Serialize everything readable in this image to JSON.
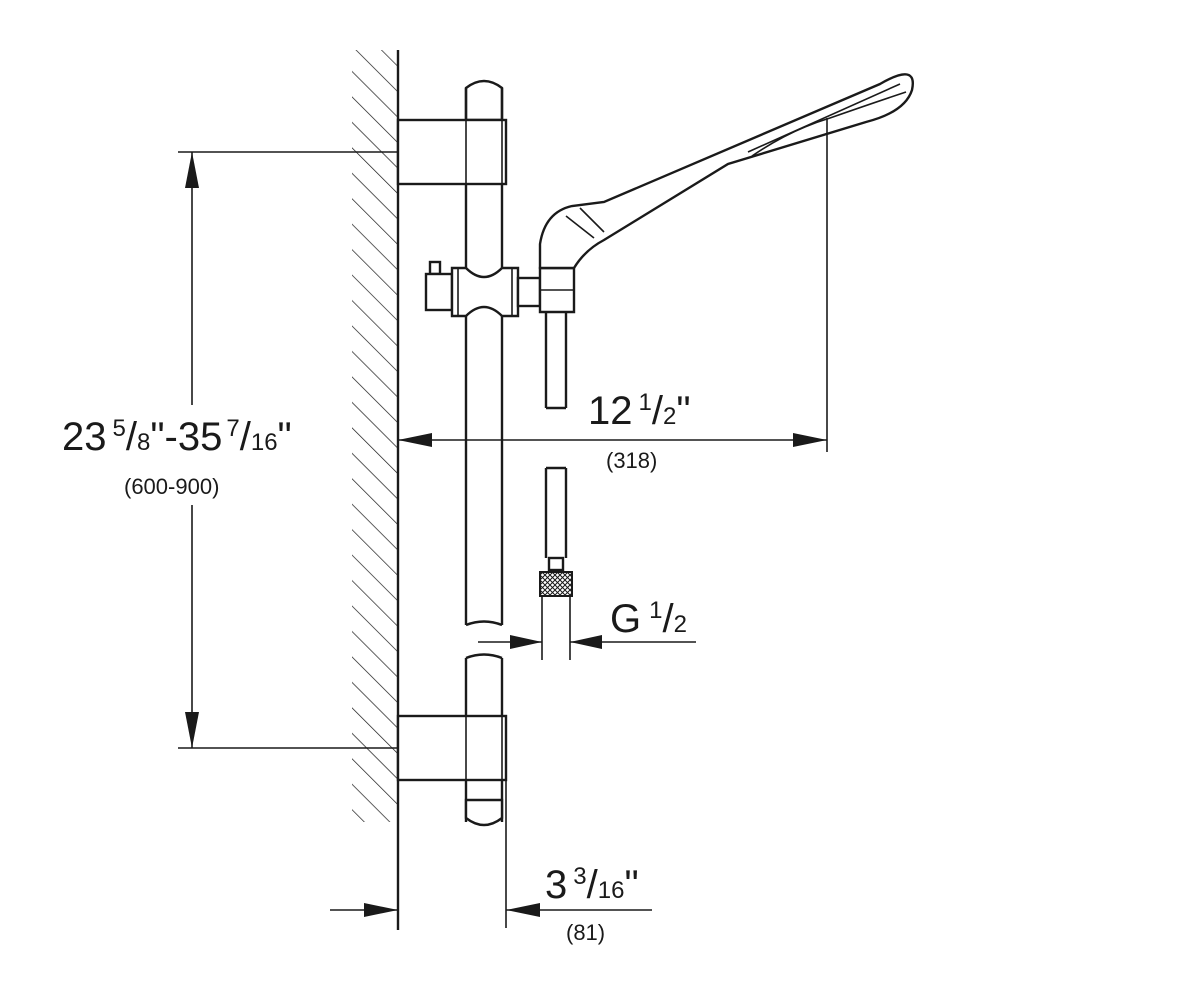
{
  "dimensions": {
    "height_range": {
      "whole_min": "23",
      "frac_min_num": "5",
      "frac_min_den": "8",
      "sep": "\"-35",
      "frac_max_num": "7",
      "frac_max_den": "16",
      "end": "\"",
      "metric": "(600-900)"
    },
    "reach": {
      "whole": "12",
      "frac_num": "1",
      "frac_den": "2",
      "end": "\"",
      "metric": "(318)"
    },
    "thread": {
      "prefix": "G",
      "frac_num": "1",
      "frac_den": "2"
    },
    "depth": {
      "whole": "3",
      "frac_num": "3",
      "frac_den": "16",
      "end": "\"",
      "metric": "(81)"
    }
  },
  "colors": {
    "line": "#1a1a1a",
    "background": "#ffffff"
  }
}
